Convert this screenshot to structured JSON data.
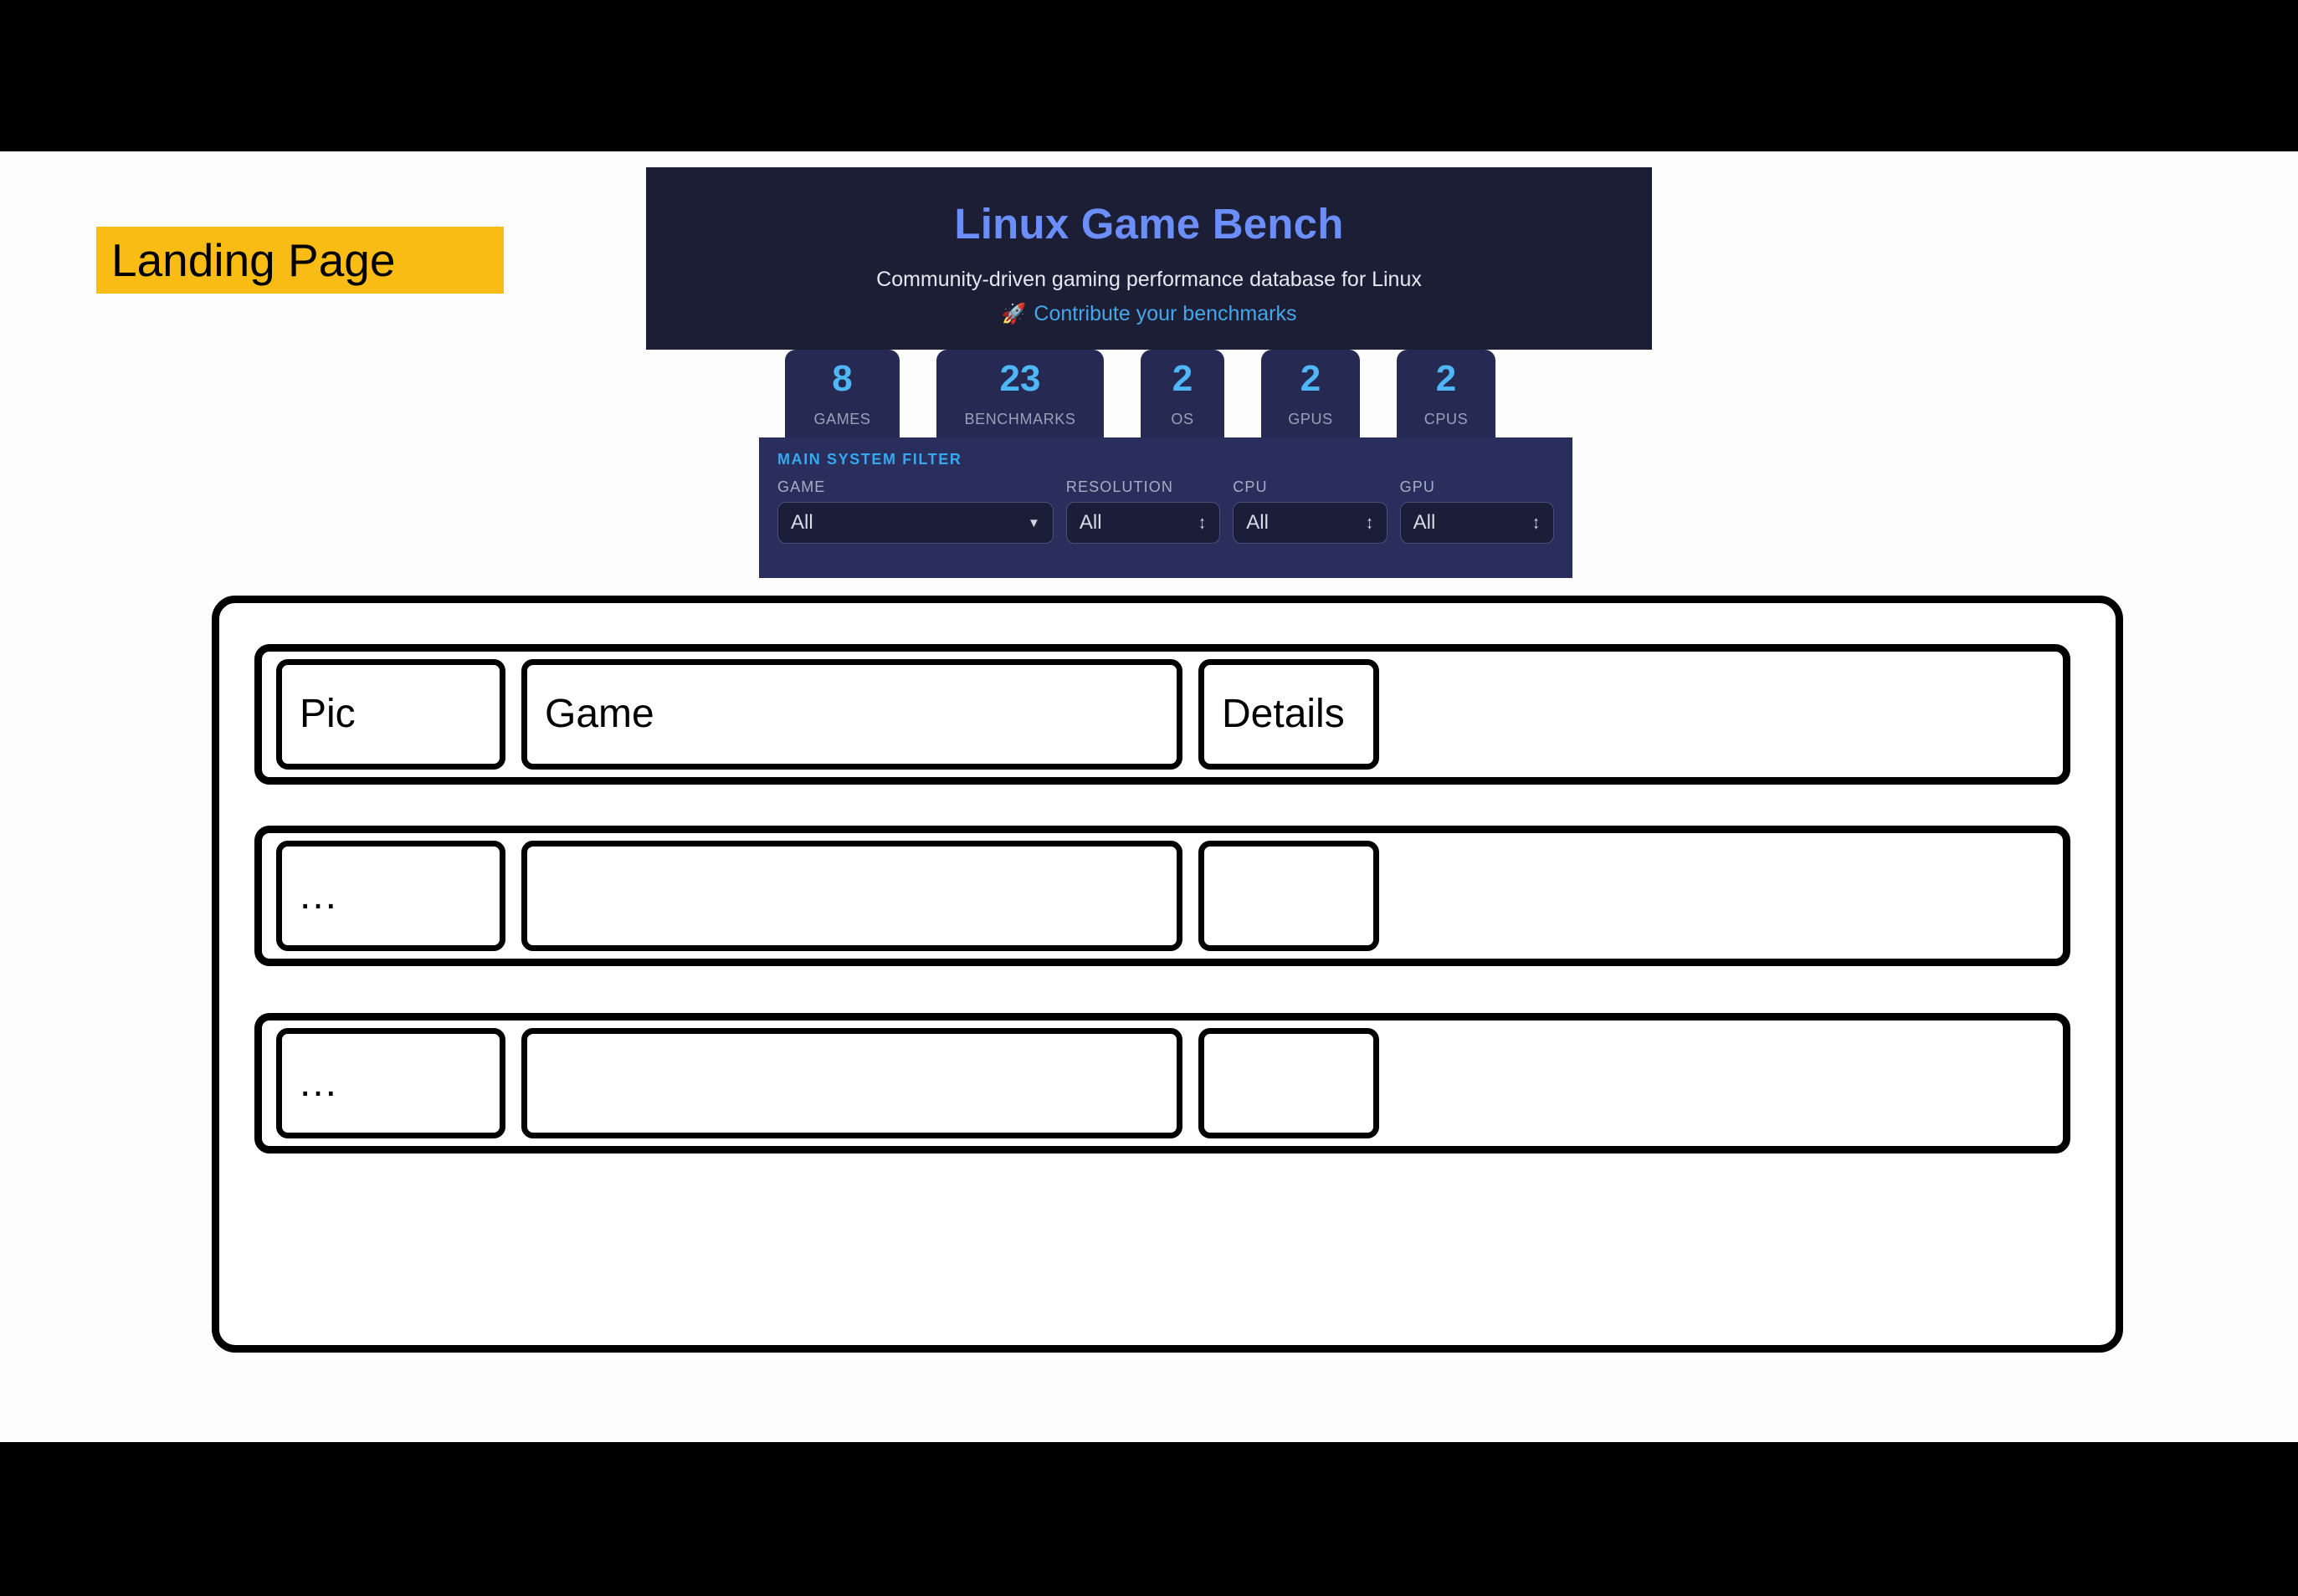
{
  "annotation": {
    "label": "Landing Page",
    "highlight_color": "#f9bc15"
  },
  "hero": {
    "title": "Linux Game Bench",
    "subtitle": "Community-driven gaming performance database for Linux",
    "cta_icon": "🚀",
    "cta_label": "Contribute your benchmarks",
    "bg_color": "#1c1e36",
    "title_color": "#6b8efb",
    "cta_color": "#47a6e8"
  },
  "stats": [
    {
      "value": "8",
      "label": "GAMES"
    },
    {
      "value": "23",
      "label": "BENCHMARKS"
    },
    {
      "value": "2",
      "label": "OS"
    },
    {
      "value": "2",
      "label": "GPUS"
    },
    {
      "value": "2",
      "label": "CPUS"
    }
  ],
  "filter_panel": {
    "heading": "MAIN SYSTEM FILTER",
    "heading_color": "#36a8f0",
    "bg_color": "#2a2e5c",
    "fields": [
      {
        "label": "GAME",
        "value": "All",
        "caret": "triangle-down-icon"
      },
      {
        "label": "RESOLUTION",
        "value": "All",
        "caret": "chevron-up-down-icon"
      },
      {
        "label": "CPU",
        "value": "All",
        "caret": "chevron-up-down-icon"
      },
      {
        "label": "GPU",
        "value": "All",
        "caret": "chevron-up-down-icon"
      }
    ]
  },
  "wireframe": {
    "header_row": {
      "pic": "Pic",
      "game": "Game",
      "details": "Details"
    },
    "rows": [
      {
        "pic": "...",
        "game": "",
        "details": ""
      },
      {
        "pic": "...",
        "game": "",
        "details": ""
      }
    ]
  }
}
